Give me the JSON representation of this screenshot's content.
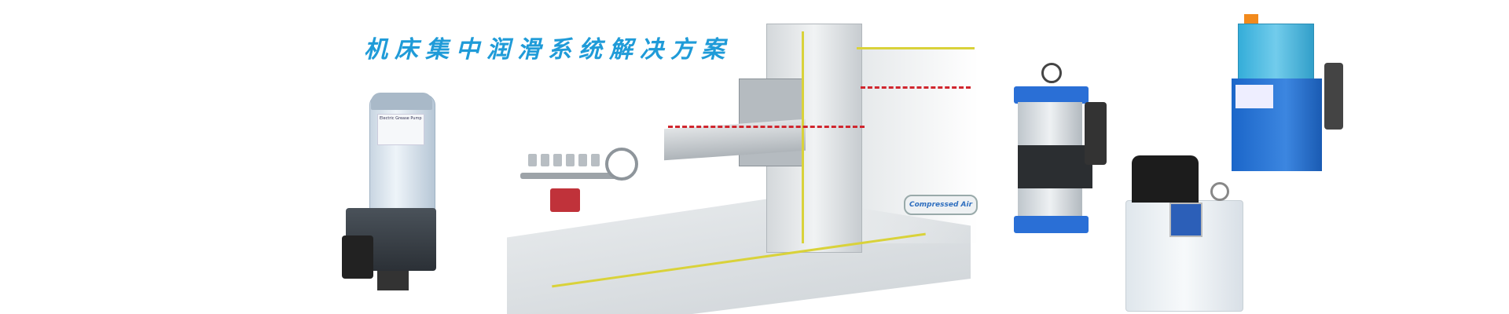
{
  "banner": {
    "title": "机床集中润滑系统解决方案",
    "accent_color": "#1f9bd8",
    "machine_label": "Compressed Air",
    "left_pump_label": "Electric Grease Pump"
  }
}
